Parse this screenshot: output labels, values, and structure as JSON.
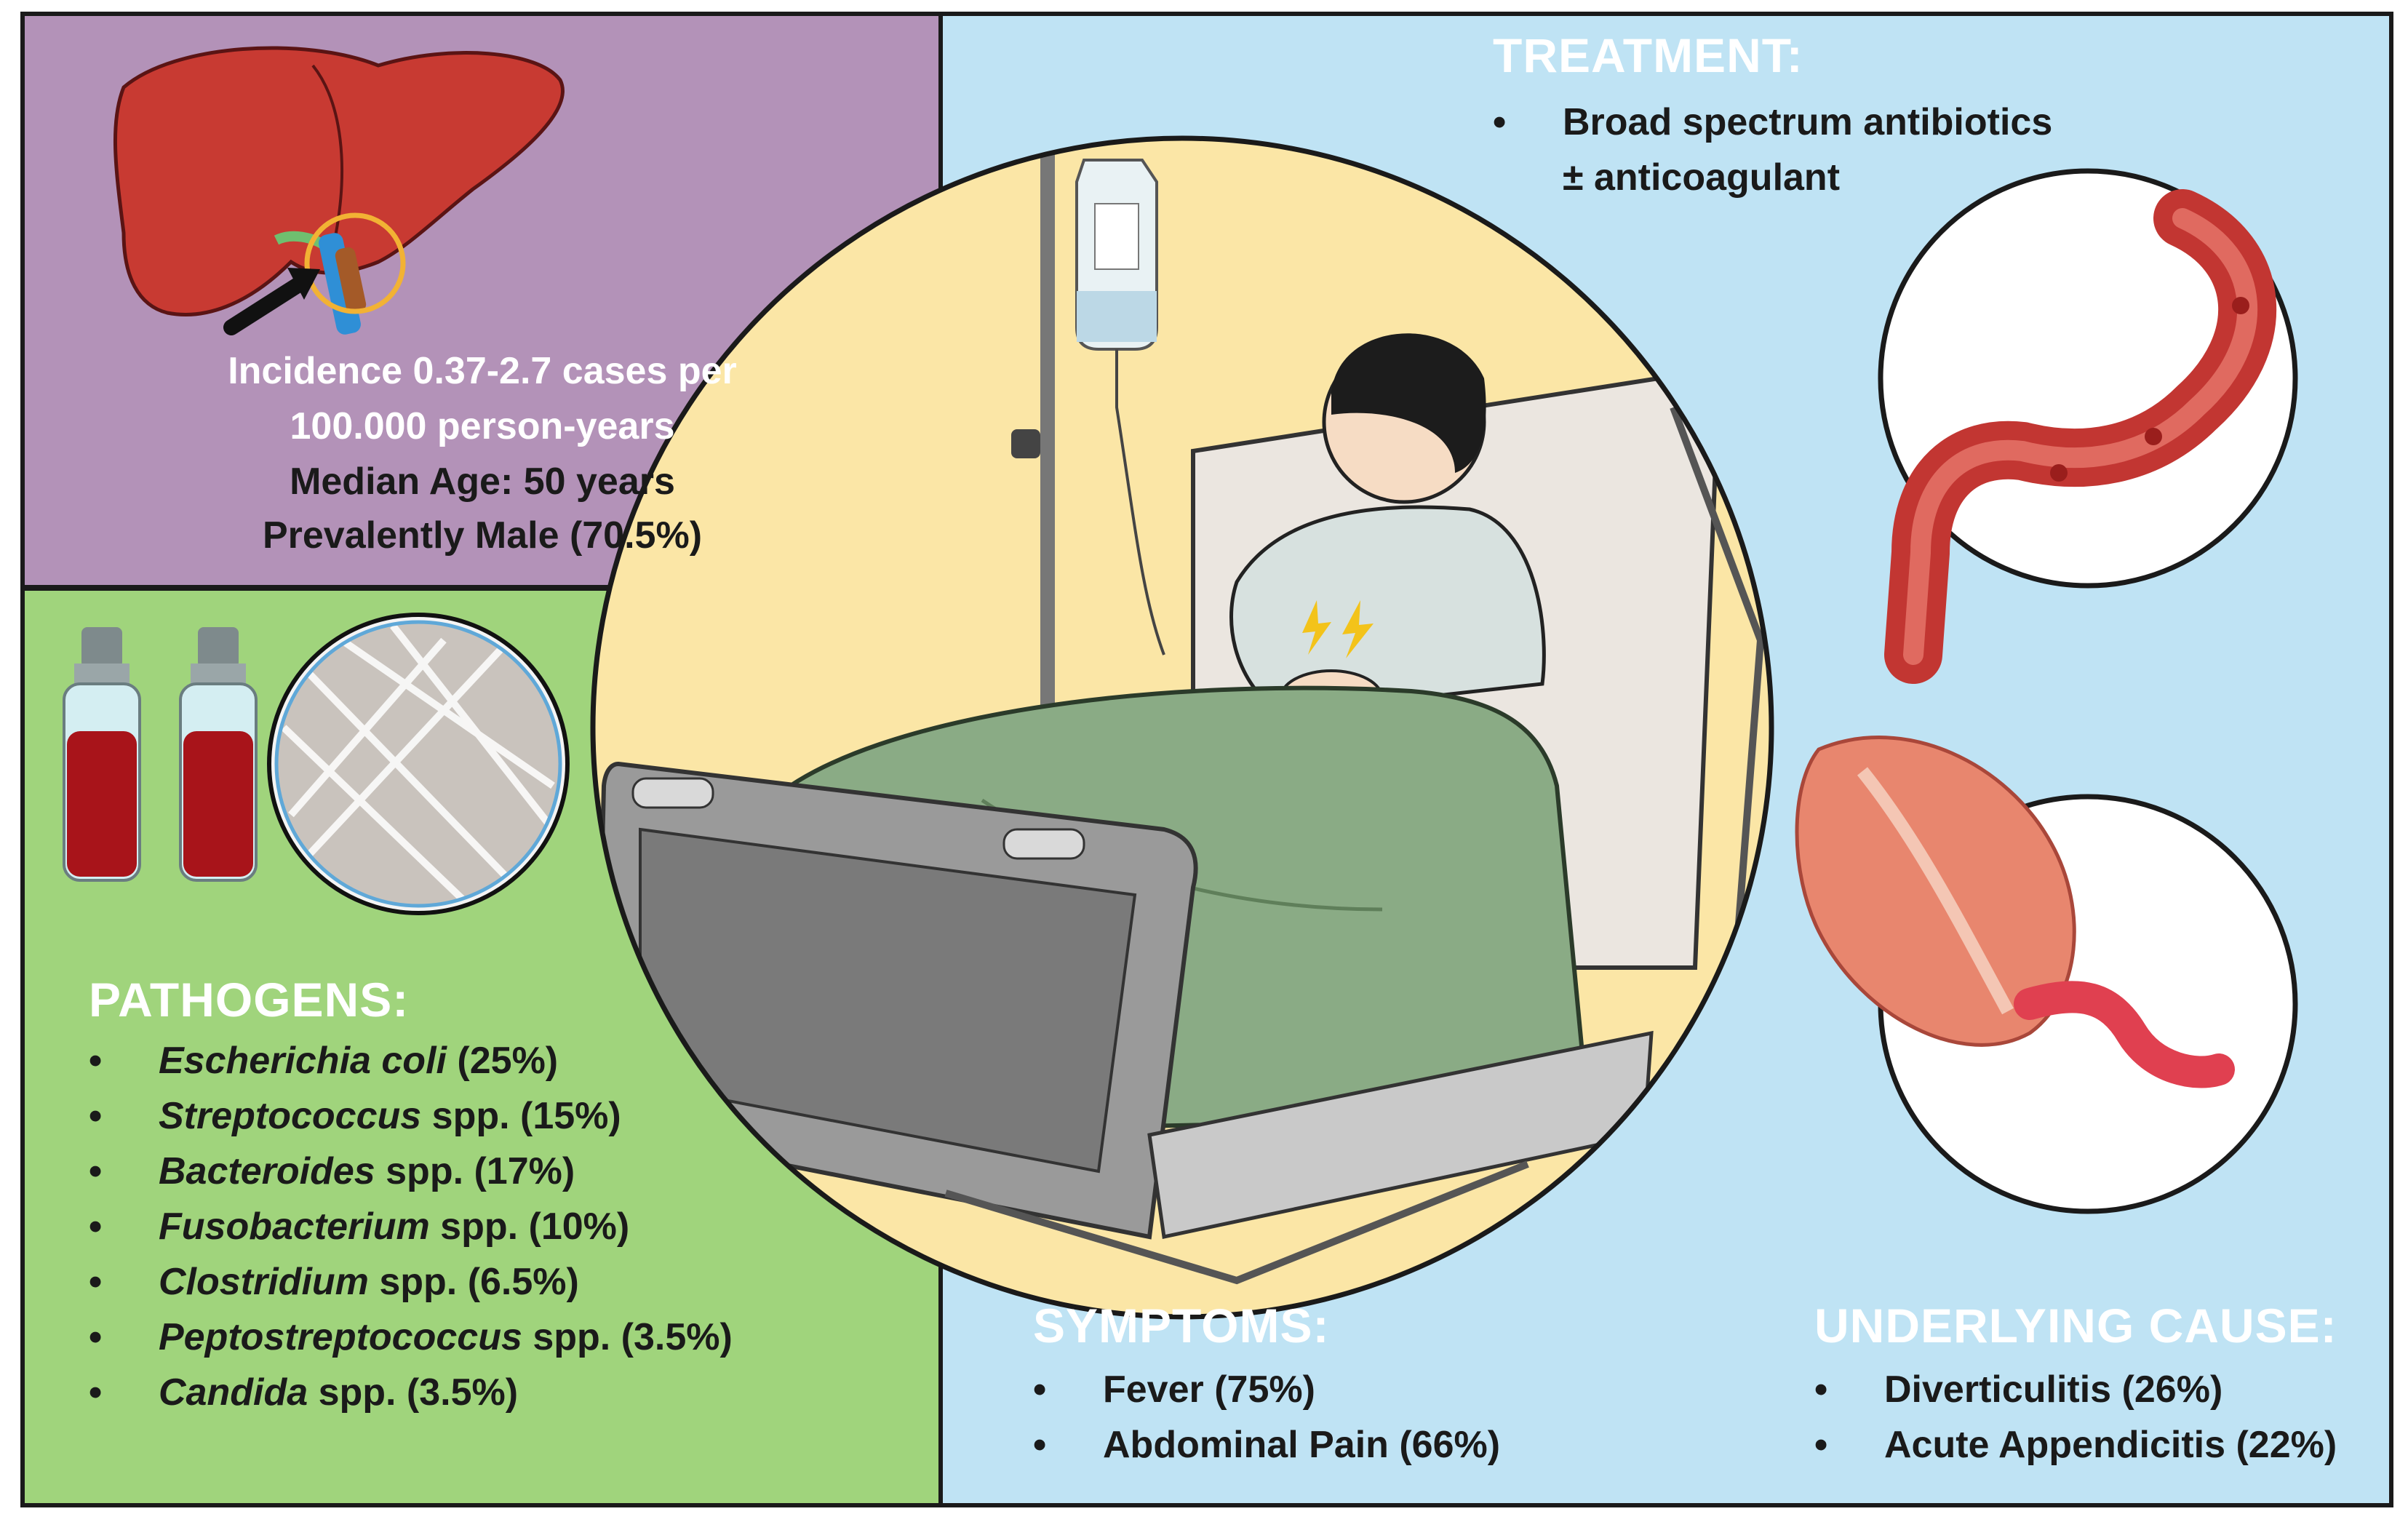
{
  "epidemiology": {
    "line1": "Incidence 0.37-2.7 cases per",
    "line2": "100.000 person-years",
    "line3": "Median Age: 50 years",
    "line4": "Prevalently Male (70.5%)"
  },
  "pathogens": {
    "title": "PATHOGENS:",
    "bullet": "•",
    "items": [
      {
        "genus": "Escherichia coli",
        "rest": " (25%)"
      },
      {
        "genus": "Streptococcus",
        "rest": " spp. (15%)"
      },
      {
        "genus": "Bacteroides",
        "rest": " spp. (17%)"
      },
      {
        "genus": "Fusobacterium",
        "rest": " spp. (10%)"
      },
      {
        "genus": "Clostridium",
        "rest": " spp. (6.5%)"
      },
      {
        "genus": "Peptostreptococcus",
        "rest": " spp. (3.5%)"
      },
      {
        "genus": "Candida",
        "rest": " spp. (3.5%)"
      }
    ]
  },
  "treatment": {
    "title": "TREATMENT:",
    "line1": "Broad spectrum antibiotics",
    "line2": "± anticoagulant"
  },
  "symptoms": {
    "title": "SYMPTOMS:",
    "items": [
      "Fever (75%)",
      "Abdominal Pain (66%)"
    ]
  },
  "underlying_cause": {
    "title": "UNDERLYING CAUSE:",
    "items": [
      "Diverticulitis (26%)",
      "Acute Appendicitis (22%)"
    ]
  },
  "colors": {
    "purple_panel": "#b392b8",
    "green_panel": "#a0d47c",
    "blue_panel": "#bfe3f4",
    "scene_bg": "#fbe6a6",
    "liver": "#c83a32",
    "blanket": "#8aab85",
    "blood": "#a8141a",
    "colon": "#d04a45",
    "appendix": "#e8866e"
  }
}
